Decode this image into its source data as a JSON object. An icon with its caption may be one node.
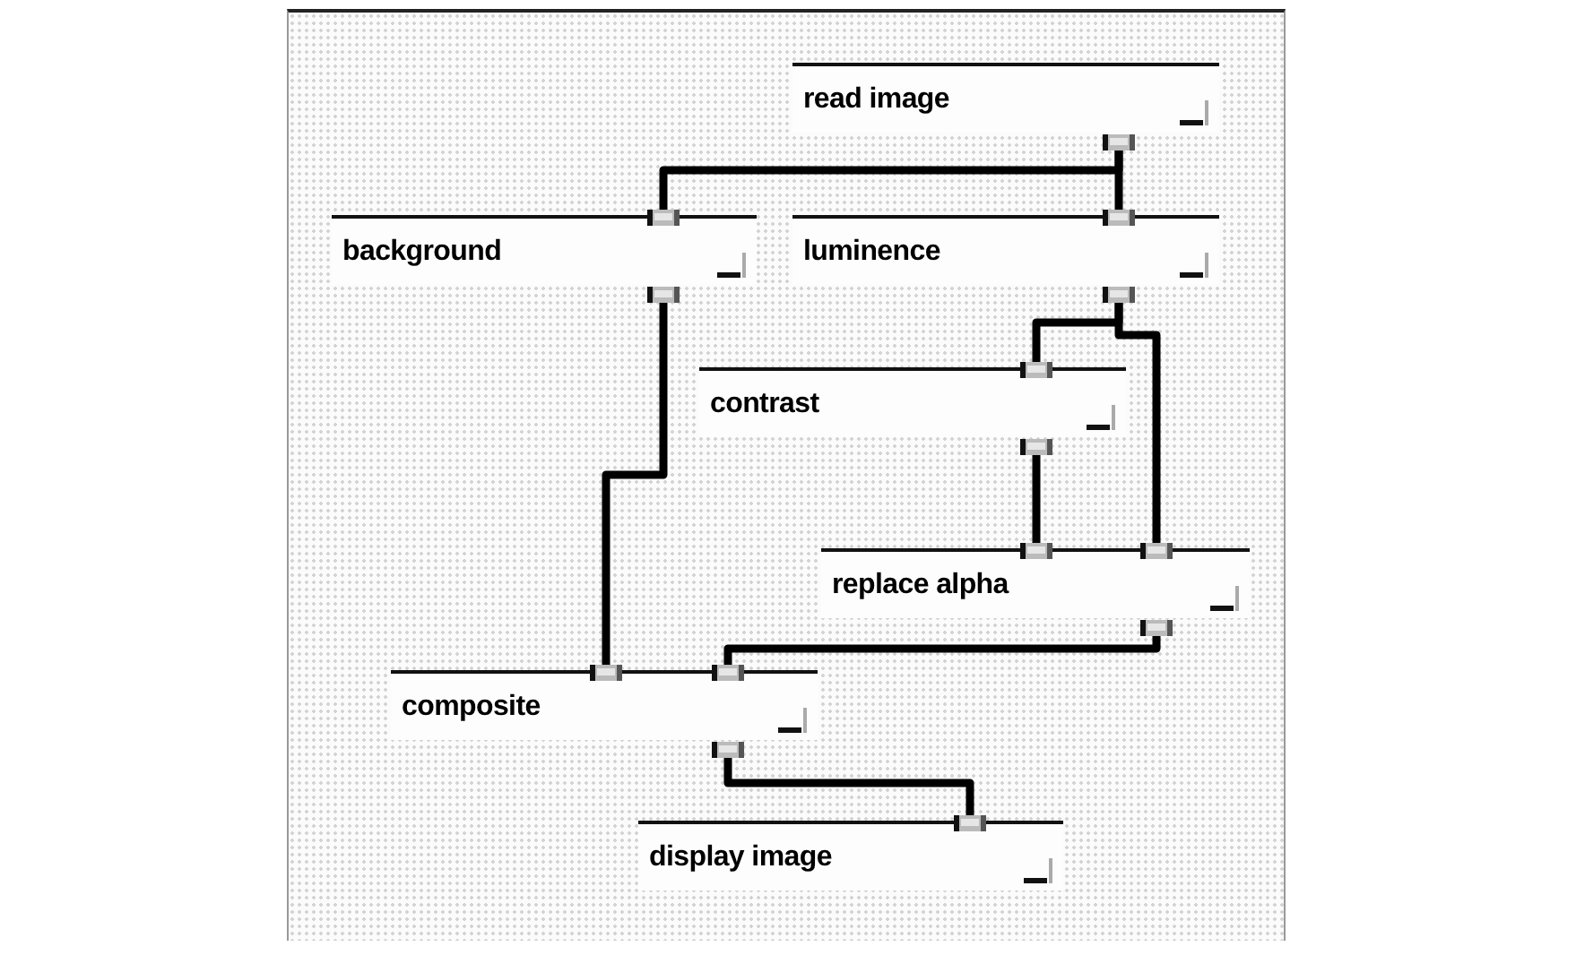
{
  "diagram": {
    "nodes": [
      {
        "text": [
          "read image"
        ]
      },
      {
        "text": [
          "background"
        ]
      },
      {
        "text": [
          "luminence"
        ]
      },
      {
        "text": [
          "contrast"
        ]
      },
      {
        "text": [
          "replace alpha"
        ]
      },
      {
        "text": [
          "composite"
        ]
      },
      {
        "text": [
          "display image"
        ]
      }
    ],
    "edges": [
      {
        "from": 0,
        "to": 1,
        "arrow": "none"
      },
      {
        "from": 0,
        "to": 2,
        "arrow": "none"
      },
      {
        "from": 2,
        "to": 3,
        "arrow": "none"
      },
      {
        "from": 2,
        "to": 4,
        "arrow": "none"
      },
      {
        "from": 3,
        "to": 4,
        "arrow": "none"
      },
      {
        "from": 1,
        "to": 5,
        "arrow": "none"
      },
      {
        "from": 4,
        "to": 5,
        "arrow": "none"
      },
      {
        "from": 5,
        "to": 6,
        "arrow": "none"
      }
    ]
  }
}
